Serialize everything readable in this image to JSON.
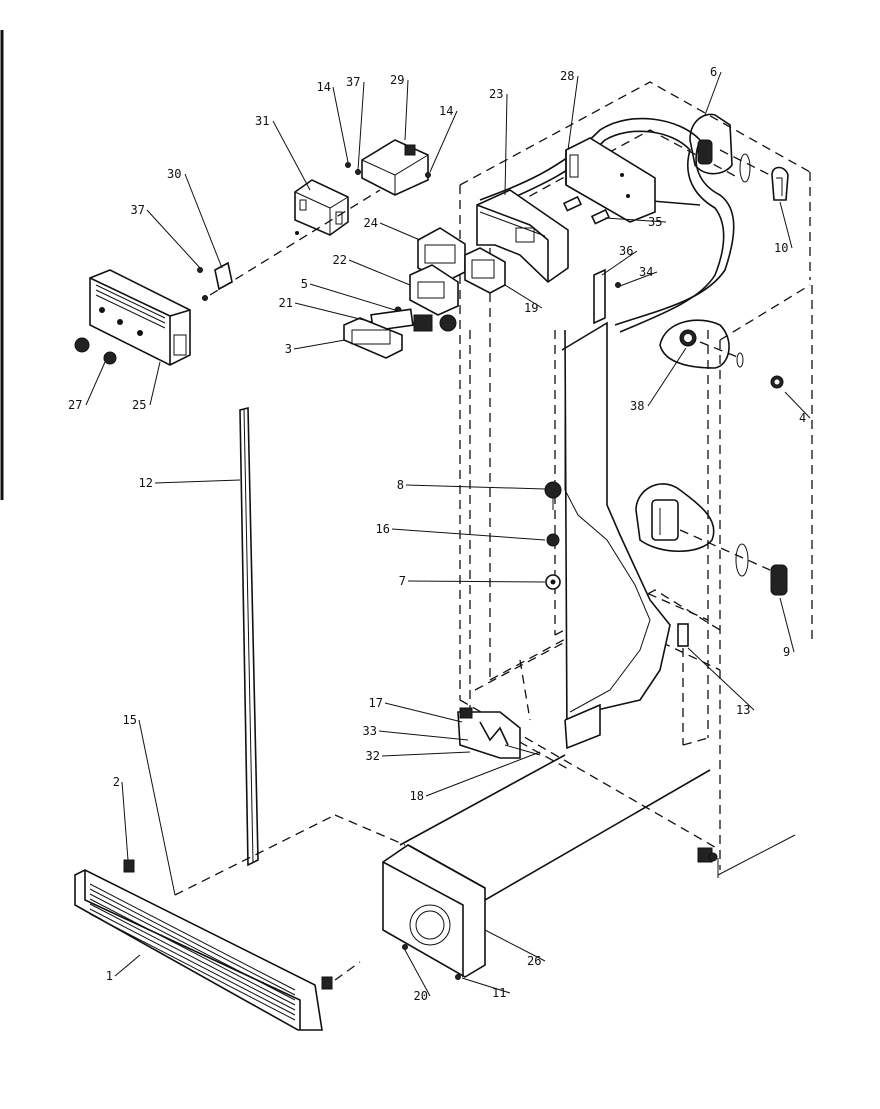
{
  "callouts": [
    "1",
    "2",
    "3",
    "4",
    "5",
    "6",
    "7",
    "8",
    "9",
    "10",
    "11",
    "12",
    "13",
    "14",
    "14",
    "15",
    "16",
    "17",
    "18",
    "19",
    "20",
    "21",
    "22",
    "23",
    "24",
    "25",
    "26",
    "27",
    "28",
    "29",
    "30",
    "31",
    "32",
    "33",
    "34",
    "35",
    "36",
    "37",
    "37",
    "38"
  ]
}
